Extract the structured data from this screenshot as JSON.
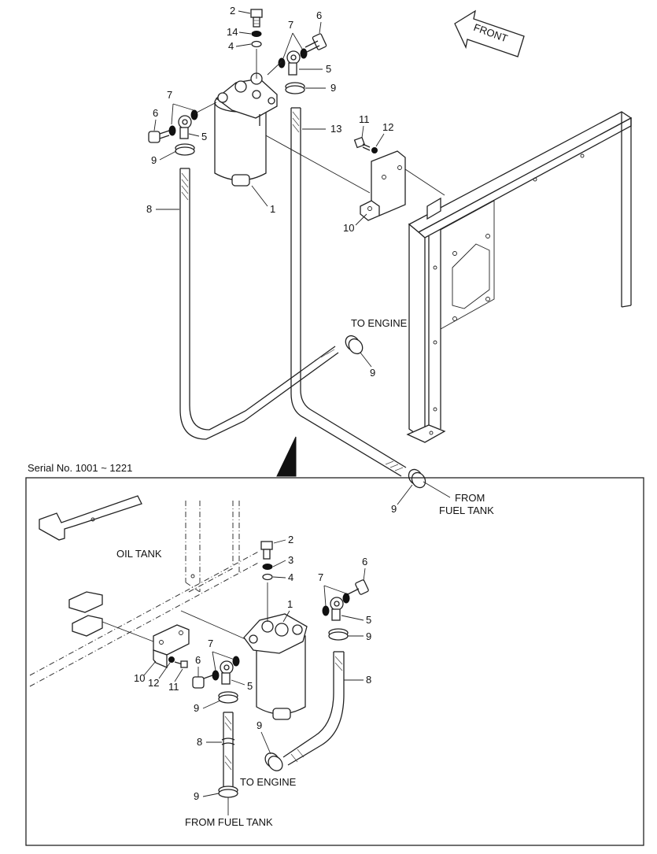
{
  "labels": {
    "front": "FRONT",
    "serial": "Serial No. 1001 ~ 1221",
    "to_engine": "TO ENGINE",
    "from_fuel_tank": "FROM FUEL TANK",
    "from_line1": "FROM",
    "from_line2": "FUEL TANK",
    "oil_tank": "OIL TANK"
  },
  "callouts": {
    "c1": "1",
    "c2": "2",
    "c3": "3",
    "c4": "4",
    "c5": "5",
    "c6": "6",
    "c7": "7",
    "c8": "8",
    "c9": "9",
    "c10": "10",
    "c11": "11",
    "c12": "12",
    "c13": "13",
    "c14": "14"
  }
}
